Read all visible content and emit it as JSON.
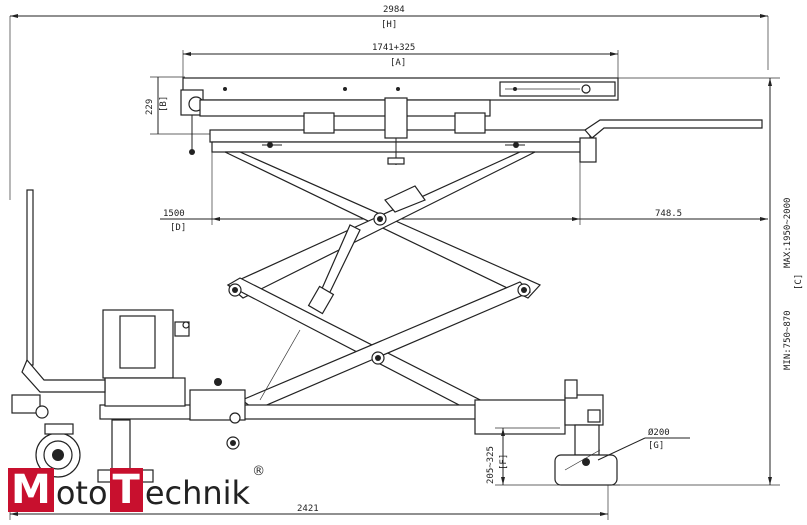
{
  "dimensions": {
    "overall_length": "2984",
    "overall_length_tag": "[H]",
    "platform_length": "1741+325",
    "platform_length_tag": "[A]",
    "platform_height": "229",
    "platform_height_tag": "[B]",
    "upper_frame": "1500",
    "upper_frame_tag": "[D]",
    "upper_offset": "748.5",
    "lift_max": "MAX:1950~2000",
    "lift_min": "MIN:750~870",
    "lift_tag": "[C]",
    "wheel_height": "205~325",
    "wheel_height_tag": "[F]",
    "wheel_diameter": "Ø200",
    "wheel_diameter_tag": "[G]",
    "base_length": "2421"
  },
  "logo": {
    "letter1": "M",
    "part1": "oto",
    "letter2": "T",
    "part2": "echnik",
    "registered": "®"
  },
  "colors": {
    "brand_red": "#c8102e",
    "line": "#222222"
  }
}
